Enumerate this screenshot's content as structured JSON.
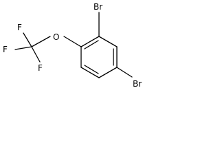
{
  "molecule": {
    "name_visible": "",
    "atoms": {
      "br_top": "Br",
      "br_right": "Br",
      "oxygen": "O",
      "f_top": "F",
      "f_left": "F",
      "f_bottom": "F"
    }
  }
}
